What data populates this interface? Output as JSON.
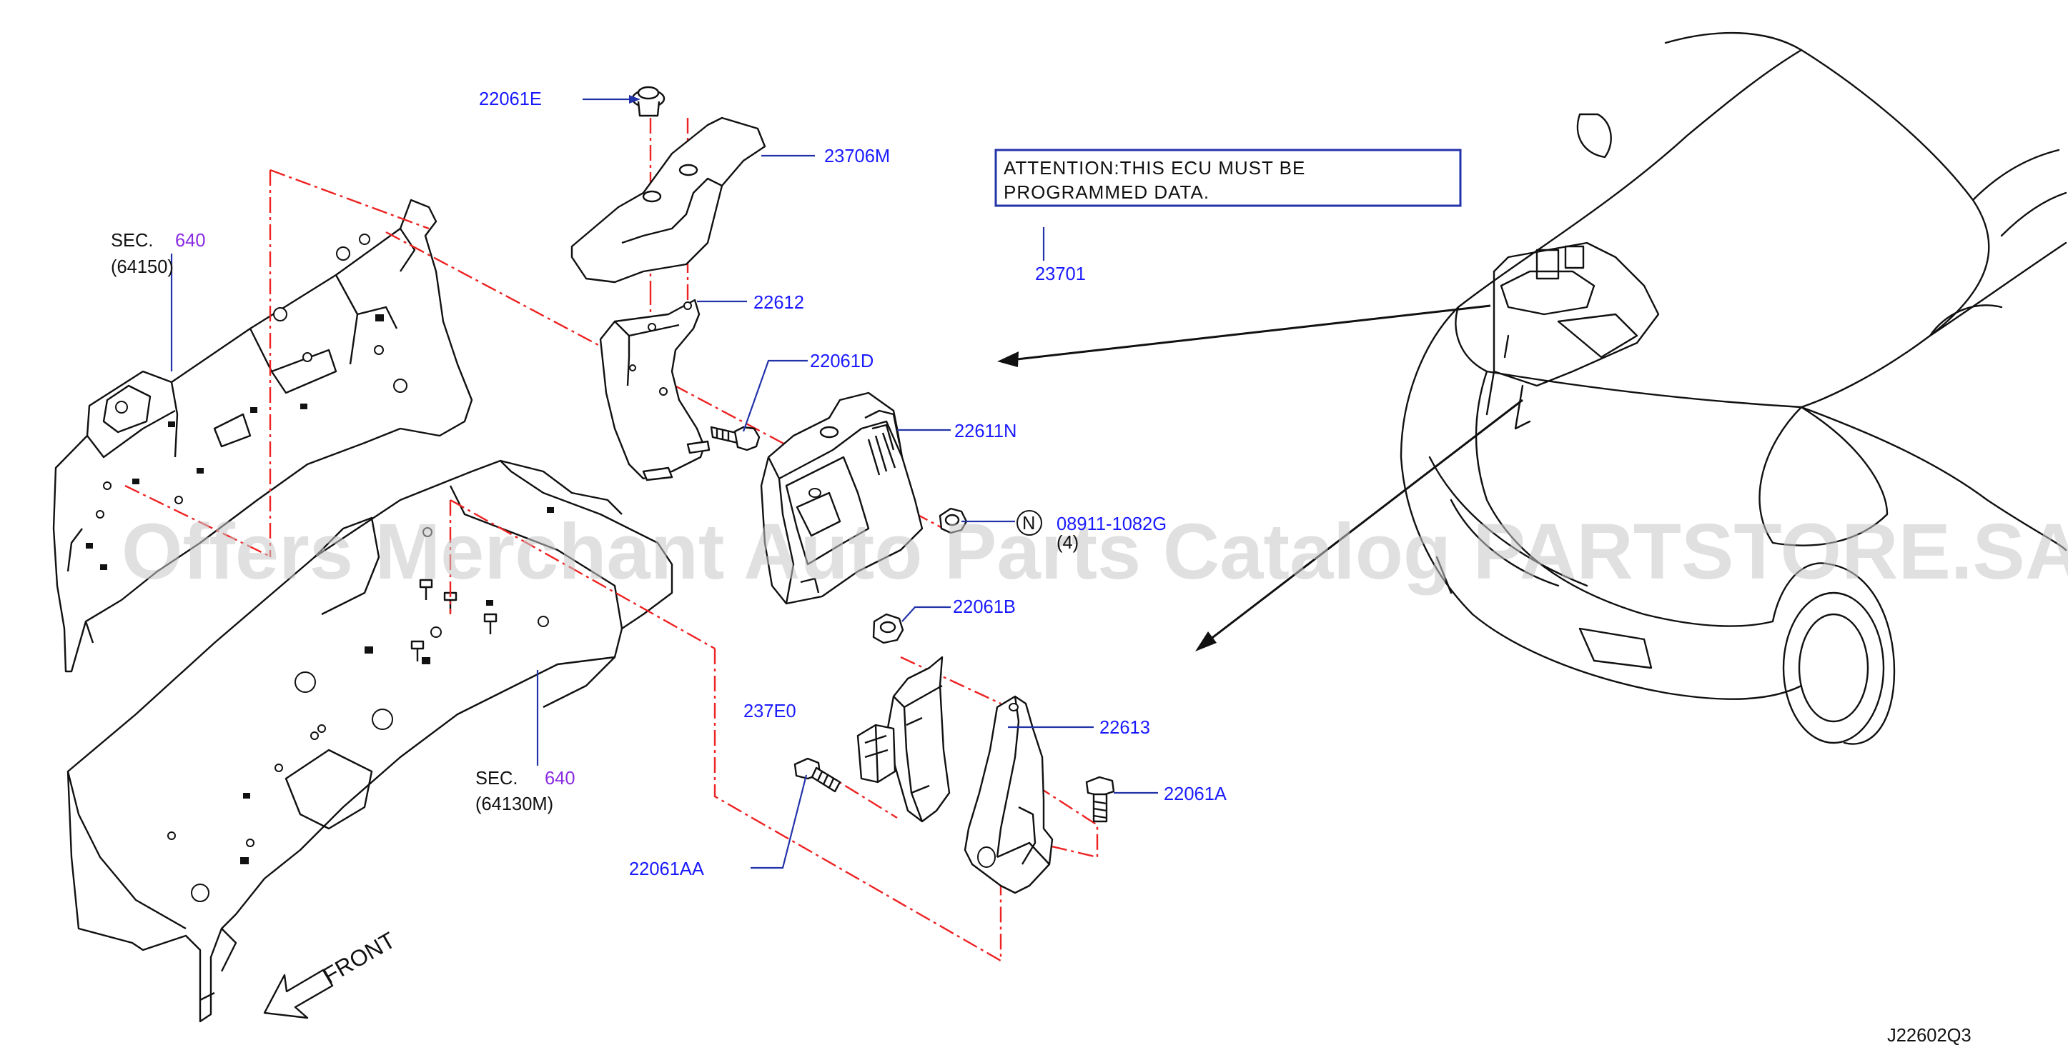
{
  "colors": {
    "part_number": "#1a1aff",
    "section_number": "#8a2be2",
    "leader": "#2233aa",
    "phantom_line": "#ee2222",
    "linework": "#111111",
    "watermark": "#c8c8c8"
  },
  "attention_box": {
    "line1": "ATTENTION:THIS   ECU   MUST   BE",
    "line2": "PROGRAMMED   DATA."
  },
  "parts": {
    "p22061E": "22061E",
    "p23706M": "23706M",
    "p22612": "22612",
    "p22061D": "22061D",
    "p22611N": "22611N",
    "p08911": "08911-1082G",
    "p08911_qty": "(4)",
    "p08911_symbol": "N",
    "p23701": "23701",
    "p22061B": "22061B",
    "p237E0": "237E0",
    "p22613": "22613",
    "p22061A": "22061A",
    "p22061AA": "22061AA"
  },
  "sections": {
    "upper": {
      "prefix": "SEC.",
      "number": "640",
      "sub": "(64150)"
    },
    "lower": {
      "prefix": "SEC.",
      "number": "640",
      "sub": "(64130M)"
    }
  },
  "front_label": "FRONT",
  "diagram_code": "J22602Q3",
  "watermark": "Offers Merchant Auto Parts Catalog PARTSTORE.SA"
}
